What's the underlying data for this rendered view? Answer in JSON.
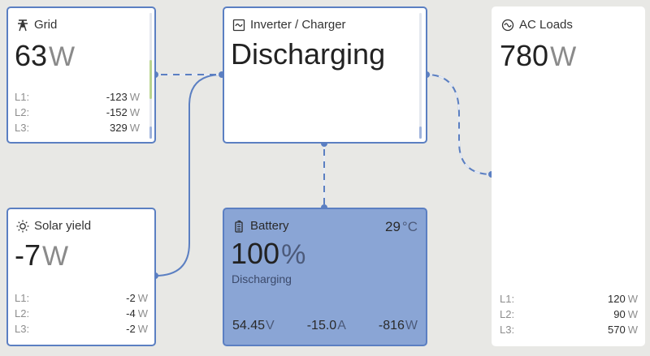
{
  "grid": {
    "title": "Grid",
    "power_value": "63",
    "power_unit": "W",
    "phases": [
      {
        "label": "L1:",
        "value": "-123",
        "unit": "W"
      },
      {
        "label": "L2:",
        "value": "-152",
        "unit": "W"
      },
      {
        "label": "L3:",
        "value": "329",
        "unit": "W"
      }
    ]
  },
  "inverter": {
    "title": "Inverter / Charger",
    "state": "Discharging"
  },
  "ac_loads": {
    "title": "AC Loads",
    "power_value": "780",
    "power_unit": "W",
    "phases": [
      {
        "label": "L1:",
        "value": "120",
        "unit": "W"
      },
      {
        "label": "L2:",
        "value": "90",
        "unit": "W"
      },
      {
        "label": "L3:",
        "value": "570",
        "unit": "W"
      }
    ]
  },
  "solar": {
    "title": "Solar yield",
    "power_value": "-7",
    "power_unit": "W",
    "phases": [
      {
        "label": "L1:",
        "value": "-2",
        "unit": "W"
      },
      {
        "label": "L2:",
        "value": "-4",
        "unit": "W"
      },
      {
        "label": "L3:",
        "value": "-2",
        "unit": "W"
      }
    ]
  },
  "battery": {
    "title": "Battery",
    "temperature": "29",
    "temperature_unit": "°C",
    "soc_value": "100",
    "soc_unit": "%",
    "state": "Discharging",
    "voltage": "54.45",
    "voltage_unit": "V",
    "current": "-15.0",
    "current_unit": "A",
    "power": "-816",
    "power_unit": "W"
  },
  "colors": {
    "card_border": "#5b7fc2",
    "battery_fill": "#8aa5d5",
    "wire": "#5b7fc2",
    "background": "#e8e8e5",
    "bar_green": "#b9d48f",
    "bar_blue": "#9fb3dc"
  },
  "icons": {
    "grid": "transmission-tower-icon",
    "inverter": "inverter-icon",
    "ac_loads": "sine-wave-icon",
    "solar": "sun-icon",
    "battery": "battery-icon"
  }
}
